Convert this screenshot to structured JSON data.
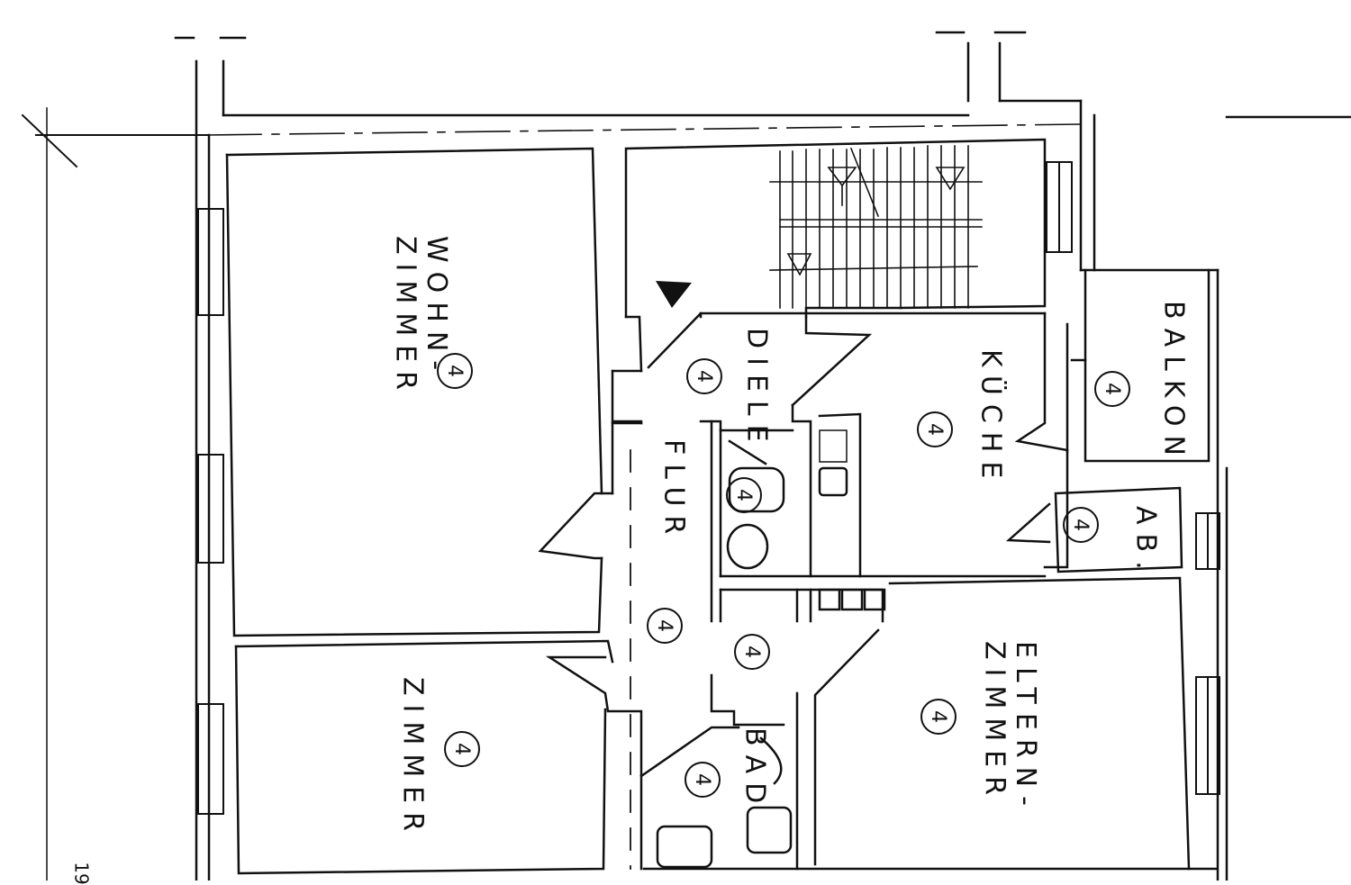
{
  "rooms": {
    "wohnzimmer": {
      "line1": "WOHN-",
      "line2": "ZIMMER",
      "number": "4"
    },
    "zimmer": {
      "label": "ZIMMER",
      "number": "4"
    },
    "diele": {
      "label": "DIELE",
      "number": "4"
    },
    "flur": {
      "label": "FLUR",
      "number": "4"
    },
    "kueche": {
      "label": "KÜCHE",
      "number": "4"
    },
    "balkon": {
      "label": "BALKON",
      "number": "4"
    },
    "ab": {
      "label": "AB.",
      "number": "4"
    },
    "elternzimmer": {
      "line1": "ELTERN-",
      "line2": "ZIMMER",
      "number": "4"
    },
    "bad": {
      "label": "BAD",
      "number": "4"
    },
    "wc": {
      "number": "4"
    },
    "vorraum": {
      "number": "4"
    }
  },
  "edge_text": "19",
  "colors": {
    "line": "#111111",
    "background": "#ffffff"
  }
}
